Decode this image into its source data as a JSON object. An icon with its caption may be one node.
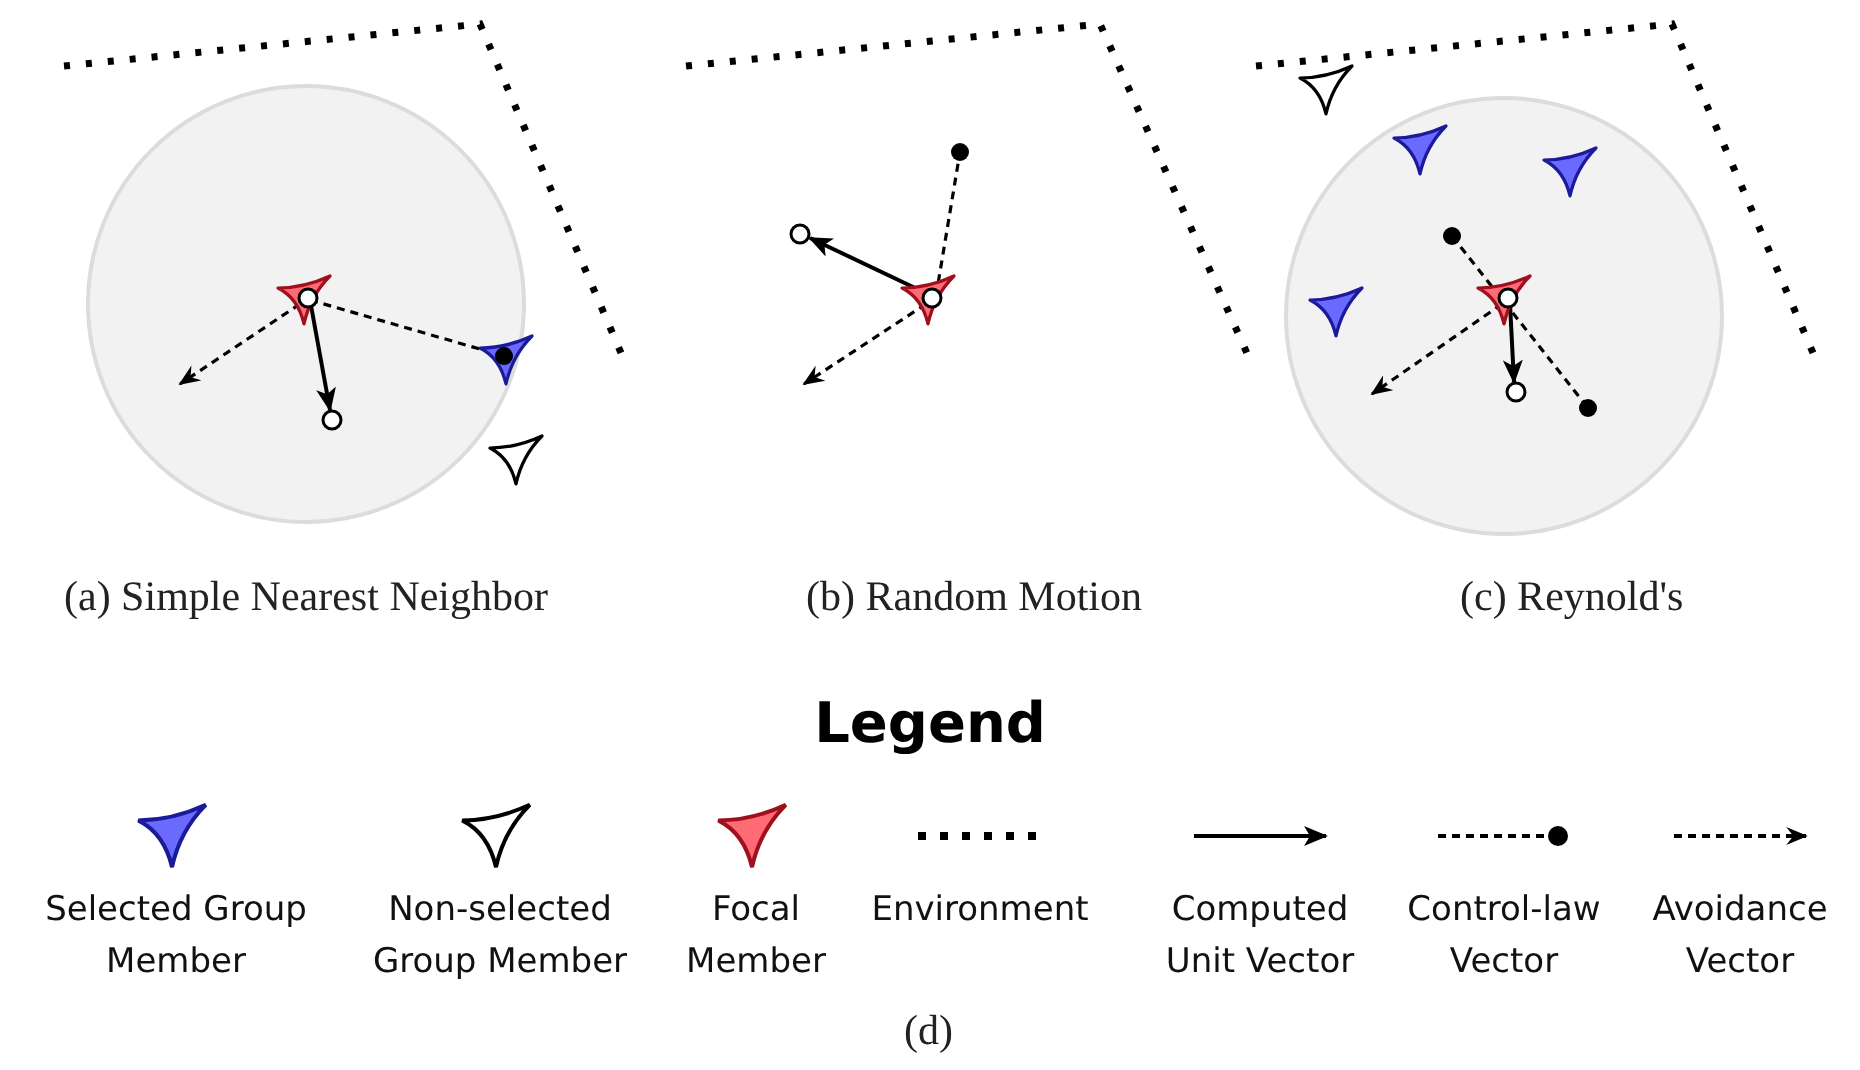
{
  "diagram": {
    "title": "Legend",
    "labels": [
      "(a) Simple Nearest Neighbor",
      "(b) Random Motion",
      "(c) Reynold's",
      "(d)"
    ],
    "legend": [
      {
        "text": "Selected Group Member"
      },
      {
        "text": "Non-selected Group Member"
      },
      {
        "text": "Focal Member"
      },
      {
        "text": "Environment"
      },
      {
        "text": "Computed Unit Vector"
      },
      {
        "text": "Control-law Vector"
      },
      {
        "text": "Avoidance Vector"
      }
    ]
  }
}
